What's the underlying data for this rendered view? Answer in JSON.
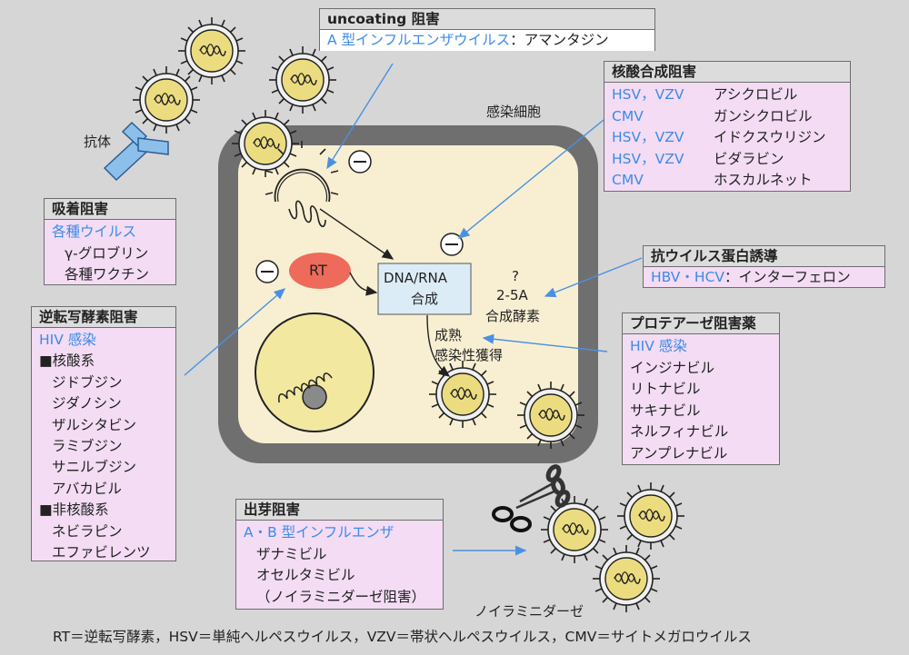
{
  "labels": {
    "infected_cell": "感染細胞",
    "antibody": "抗体",
    "rt": "RT",
    "dna_rna_line1": "DNA/RNA",
    "dna_rna_line2": "合成",
    "question": "?",
    "enzyme_line1": "2-5A",
    "enzyme_line2": "合成酵素",
    "maturation_line1": "成熟",
    "maturation_line2": "感染性獲得",
    "neuraminidase": "ノイラミニダーゼ",
    "footnote": "RT＝逆転写酵素，HSV＝単純ヘルペスウイルス，VZV＝帯状ヘルペスウイルス，CMV＝サイトメガロウイルス"
  },
  "boxes": {
    "uncoating": {
      "title": "uncoating 阻害",
      "virus": "A 型インフルエンザウイルス",
      "drug": "：アマンタジン"
    },
    "nucleic": {
      "title": "核酸合成阻害",
      "rows": [
        {
          "virus": "HSV，VZV",
          "drug": "アシクロビル"
        },
        {
          "virus": "CMV",
          "drug": "ガンシクロビル"
        },
        {
          "virus": "HSV，VZV",
          "drug": "イドクスウリジン"
        },
        {
          "virus": "HSV，VZV",
          "drug": "ビダラビン"
        },
        {
          "virus": "CMV",
          "drug": "ホスカルネット"
        }
      ]
    },
    "adsorption": {
      "title": "吸着阻害",
      "virus": "各種ウイルス",
      "drugs": [
        "γ-グロブリン",
        "各種ワクチン"
      ]
    },
    "antiviral_protein": {
      "title": "抗ウイルス蛋白誘導",
      "virus": "HBV・HCV",
      "drug": "：インターフェロン"
    },
    "rt_inhibition": {
      "title": "逆転写酵素阻害",
      "virus": "HIV 感染",
      "group1": "■核酸系",
      "group1_drugs": [
        "ジドブジン",
        "ジダノシン",
        "ザルシタビン",
        "ラミブジン",
        "サニルブジン",
        "アバカビル"
      ],
      "group2": "■非核酸系",
      "group2_drugs": [
        "ネビラピン",
        "エファビレンツ"
      ]
    },
    "protease": {
      "title": "プロテアーゼ阻害薬",
      "virus": "HIV 感染",
      "drugs": [
        "インジナビル",
        "リトナビル",
        "サキナビル",
        "ネルフィナビル",
        "アンプレナビル"
      ]
    },
    "budding": {
      "title": "出芽阻害",
      "virus": "A・B 型インフルエンザ",
      "drugs": [
        "ザナミビル",
        "オセルタミビル",
        "（ノイラミニダーゼ阻害）"
      ]
    }
  },
  "colors": {
    "background": "#d6d6d6",
    "box_fill": "#f3dcf4",
    "header_fill": "#dcdcdc",
    "virus_text": "#3d8be8",
    "cell_wall": "#6f6f6f",
    "cytoplasm": "#f8efd2",
    "nucleus": "#f2e8a0",
    "rt_fill": "#ee6a5a",
    "arrow_blue": "#4a90e2"
  }
}
